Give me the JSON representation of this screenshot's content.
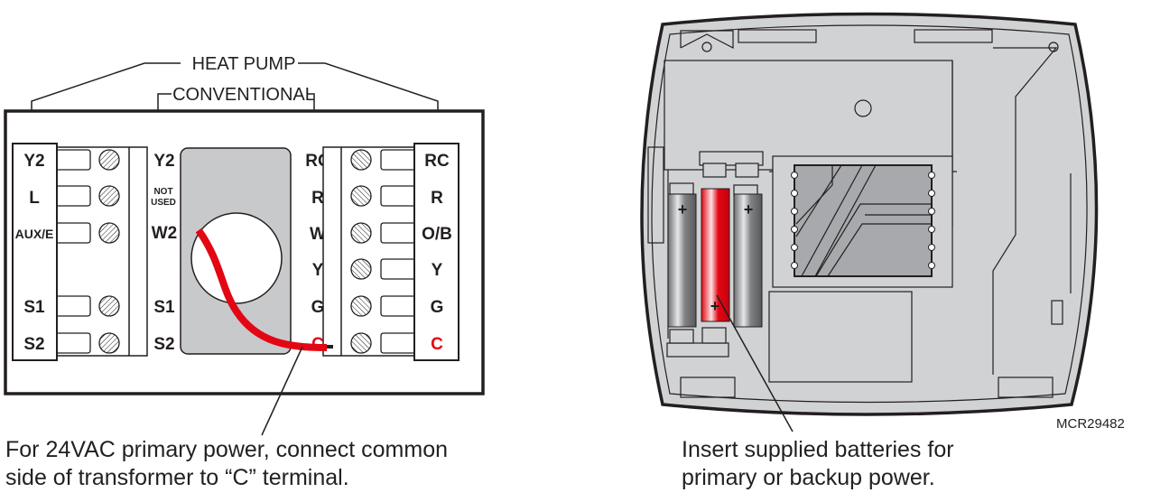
{
  "wiring": {
    "heat_pump_label": "HEAT PUMP",
    "conventional_label": "CONVENTIONAL",
    "left_terminals": [
      "Y2",
      "L",
      "AUX/E",
      "S1",
      "S2"
    ],
    "middle_terminals": [
      "Y2",
      "NOT",
      "USED",
      "W2",
      "S1",
      "S2"
    ],
    "conventional_right_terminals": [
      "RC",
      "R",
      "W",
      "Y",
      "G",
      "C"
    ],
    "heat_pump_right_terminals": [
      "RC",
      "R",
      "O/B",
      "Y",
      "G",
      "C"
    ],
    "caption_line1": "For 24VAC primary power, connect common",
    "caption_line2": "side of transformer to “C” terminal.",
    "wire_color": "#e30613"
  },
  "thermostat": {
    "battery_caption_line1": "Insert supplied batteries for",
    "battery_caption_line2": "primary or backup power.",
    "figure_code": "MCR29482",
    "plus_sign": "+",
    "highlight_color": "#e30613"
  }
}
